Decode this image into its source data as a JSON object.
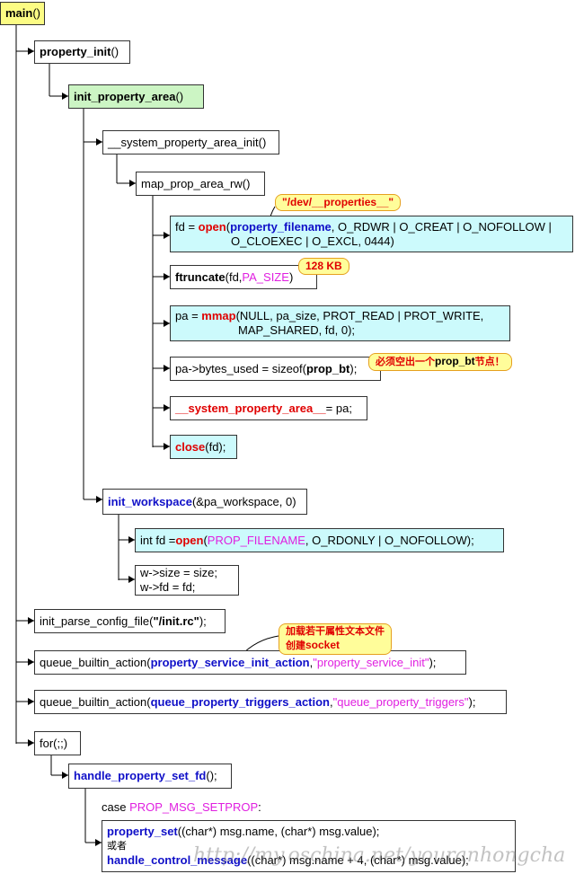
{
  "nodes": {
    "main": {
      "name": "main",
      "args": "()"
    },
    "property_init": {
      "name": "property_init",
      "args": "()"
    },
    "init_property_area": {
      "name": "init_property_area",
      "args": "()"
    },
    "system_property_area_init": {
      "text": "__system_property_area_init()"
    },
    "map_prop_area_rw": {
      "text": "map_prop_area_rw()"
    },
    "open1": {
      "p1": "fd = ",
      "fn": "open",
      "p2": "(",
      "arg": "property_filename",
      "p3": ", O_RDWR | O_CREAT | O_NOFOLLOW |",
      "line2": "O_CLOEXEC | O_EXCL, 0444)"
    },
    "ftruncate": {
      "fn": "ftruncate",
      "p1": "(fd, ",
      "arg": "PA_SIZE",
      "p2": ")"
    },
    "mmap": {
      "p1": "pa = ",
      "fn": "mmap",
      "p2": "(NULL, pa_size, PROT_READ | PROT_WRITE,",
      "line2": "MAP_SHARED, fd, 0);"
    },
    "bytes_used": {
      "p1": "pa->bytes_used = sizeof(",
      "arg": "prop_bt",
      "p2": ");"
    },
    "system_property_area": {
      "var": "__system_property_area__",
      "p1": " = pa;"
    },
    "close": {
      "fn": "close",
      "p1": "(fd);"
    },
    "init_workspace": {
      "fn": "init_workspace",
      "p1": "(&pa_workspace, 0)"
    },
    "open2": {
      "p1": "int fd = ",
      "fn": "open",
      "p2": "(",
      "arg": "PROP_FILENAME",
      "p3": ", O_RDONLY | O_NOFOLLOW);"
    },
    "wsize": {
      "line1": "w->size = size;",
      "line2": "w->fd = fd;"
    },
    "init_parse": {
      "p1": "init_parse_config_file(",
      "arg": "\"/init.rc\"",
      "p2": ");"
    },
    "queue1": {
      "p1": "queue_builtin_action(",
      "fn": "property_service_init_action",
      "p2": ", ",
      "str": "\"property_service_init\"",
      "p3": ");"
    },
    "queue2": {
      "p1": "queue_builtin_action(",
      "fn": "queue_property_triggers_action",
      "p2": ", ",
      "str": "\"queue_property_triggers\"",
      "p3": ");"
    },
    "for": {
      "text": "for(;;)"
    },
    "handle_fd": {
      "fn": "handle_property_set_fd",
      "p1": "();"
    },
    "case": {
      "p1": "case ",
      "arg": "PROP_MSG_SETPROP",
      "p2": ":"
    },
    "final": {
      "fn1": "property_set",
      "l1": "((char*) msg.name, (char*) msg.value);",
      "or": "或者",
      "fn2": "handle_control_message",
      "l3": "((char*) msg.name + 4, (char*) msg.value);"
    }
  },
  "callouts": {
    "dev_properties": "\"/dev/__properties__\"",
    "size_128kb": "128 KB",
    "prop_bt_note_pre": "必须空出一个",
    "prop_bt_note_key": "prop_bt",
    "prop_bt_note_post": "节点！",
    "load_files": "加载若干属性文本文件",
    "create_socket_pre": "创建",
    "create_socket_key": "socket"
  },
  "watermark": "http://my.oschina.net/youranhongcha",
  "colors": {
    "cyan": "#ccfafc",
    "green": "#ccf5c4",
    "yellow": "#fcfc84",
    "callout": "#fffd9a",
    "blue": "#1010c8",
    "red": "#e00000",
    "magenta": "#e020e0"
  }
}
